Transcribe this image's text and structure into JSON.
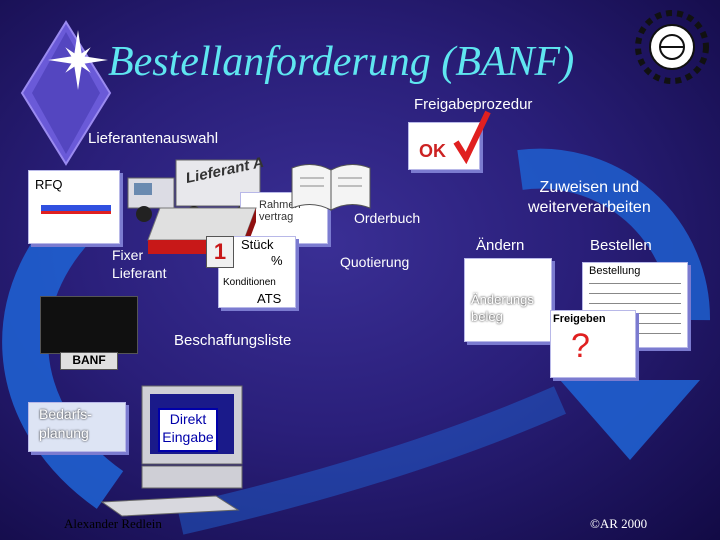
{
  "title": "Bestellanforderung (BANF)",
  "steps": {
    "freigabeprozedur": "Freigabeprozedur",
    "lieferantenauswahl": "Lieferantenauswahl",
    "rfq": "RFQ",
    "rahmenvertrag": "Rahmen-\nvertrag",
    "orderbuch": "Orderbuch",
    "zuweisen": "Zuweisen und\nweiterverarbeiten",
    "fixer_lieferant": "Fixer\nLieferant",
    "stueck": "Stück",
    "percent": "%",
    "konditionen": "Konditionen",
    "ats": "ATS",
    "quotierung": "Quotierung",
    "aendern": "Ändern",
    "bestellen": "Bestellen",
    "bestellung": "Bestellung",
    "aenderungsbeleg": "Änderungs\nbeleg",
    "freigeben": "Freigeben",
    "fragezeichen": "?",
    "beschaffungsliste": "Beschaffungsliste",
    "banf": "BANF",
    "bedarfsplanung": "Bedarfs-\nplanung",
    "direkt_eingabe": "Direkt\nEingabe"
  },
  "truck_text": "Lieferant A",
  "ok_text": "OK",
  "number_one": "1",
  "footer": {
    "author": "Alexander Redlein",
    "copyright": "©AR 2000"
  },
  "colors": {
    "background": "#2a1f7a",
    "title": "#5fe6f0",
    "arrow": "#2f6fd8",
    "ok_red": "#cc2222"
  },
  "icons": [
    "star-logo-icon",
    "wreath-emblem-icon",
    "truck-icon",
    "book-icon",
    "computer-icon",
    "checkmark-icon",
    "pen-icon"
  ]
}
